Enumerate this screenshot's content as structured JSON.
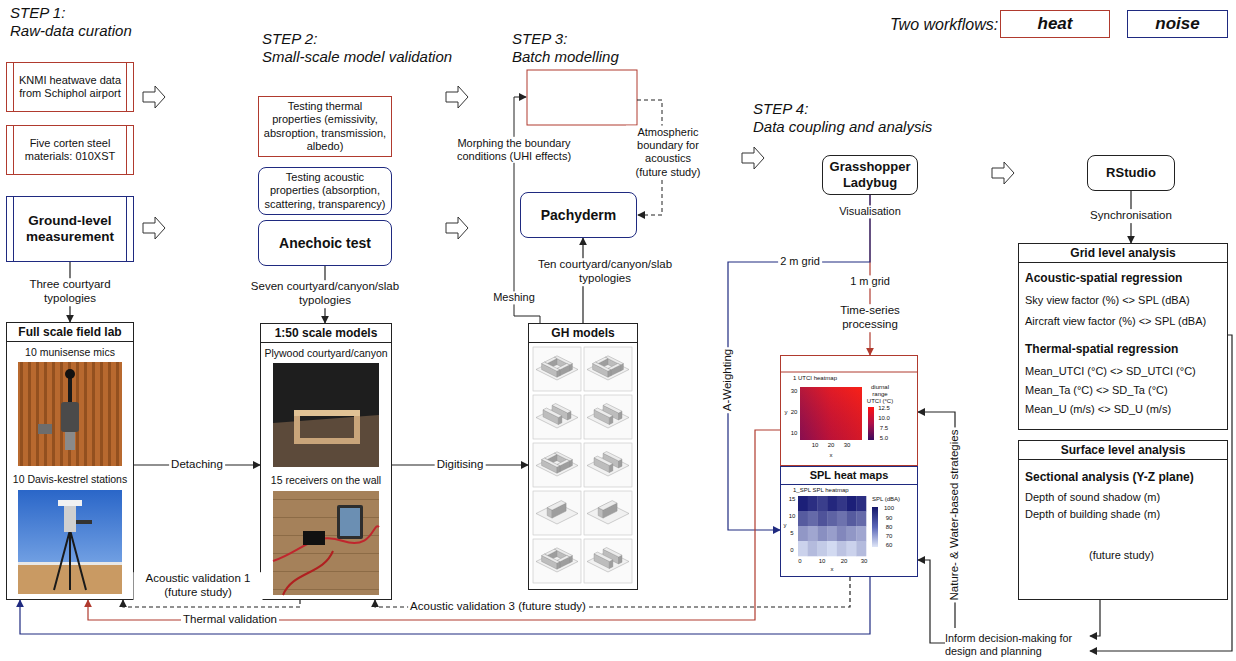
{
  "diagram": {
    "nodes": [
      {
        "text": [
          "KNMI heatwave data from Schiphol airport"
        ]
      },
      {
        "text": [
          "Five corten steel materials: 010XST"
        ]
      },
      {
        "text": [
          "Ground-level measurement"
        ]
      },
      {
        "text": [
          "Full scale field lab",
          "10 munisense mics",
          "10 Davis-kestrel stations"
        ]
      },
      {
        "text": [
          "Testing thermal properties (emissivity, absroption, transmission, albedo)"
        ]
      },
      {
        "text": [
          "Testing acoustic properties (absorption, scattering, transparency)"
        ]
      },
      {
        "text": [
          "Anechoic test"
        ]
      },
      {
        "text": [
          "1:50 scale models",
          "Plywood courtyard/canyon",
          "15 receivers on the wall"
        ]
      },
      {
        "text": [
          "Pachyderm"
        ]
      },
      {
        "text": [
          "GH models"
        ]
      },
      {
        "text": [
          "Grasshopper Ladybug"
        ]
      },
      {
        "text": [
          "RStudio"
        ]
      },
      {
        "text": [
          "1 UTCI heatmap"
        ]
      },
      {
        "text": [
          "SPL heat maps",
          "1_SPL SPL heatmap"
        ]
      },
      {
        "text": [
          "Grid level analysis",
          "Acoustic-spatial regression",
          "Sky view factor (%) <> SPL (dBA)",
          "Aircraft view factor (%) <> SPL (dBA)",
          "Thermal-spatial regression",
          "Mean_UTCI (°C) <> SD_UTCI (°C)",
          "Mean_Ta (°C) <> SD_Ta (°C)",
          "Mean_U (m/s) <> SD_U (m/s)"
        ]
      },
      {
        "text": [
          "Surface level analysis",
          "Sectional analysis (Y-Z plane)",
          "Depth of sound shadow (m)",
          "Depth of building shade (m)",
          "(future study)"
        ]
      },
      {
        "text": [
          "Inform decision-making for design and planning"
        ]
      }
    ],
    "edges": [
      {
        "from": 2,
        "to": 3,
        "label": "Three courtyard typologies",
        "arrow": "to"
      },
      {
        "from": 6,
        "to": 7,
        "label": "Seven courtyard/canyon/slab typologies",
        "arrow": "to"
      },
      {
        "from": 3,
        "to": 7,
        "label": "Detaching",
        "arrow": "to"
      },
      {
        "from": 7,
        "to": 9,
        "label": "Digitising",
        "arrow": "to"
      },
      {
        "from": 9,
        "to": 8,
        "label": "Ten courtyard/canyon/slab typologies",
        "arrow": "to"
      },
      {
        "from": 10,
        "to": 12,
        "label": "Time-series processing",
        "arrow": "to"
      },
      {
        "from": 10,
        "to": 13,
        "label": "A-Weighting",
        "arrow": "to"
      },
      {
        "from": 11,
        "to": 14,
        "label": "Synchronisation",
        "arrow": "to"
      },
      {
        "from": 12,
        "to": 3,
        "label": "Thermal validation",
        "arrow": "to"
      },
      {
        "from": 13,
        "to": 3,
        "arrow": "to"
      },
      {
        "from": 7,
        "to": 3,
        "label": "Acoustic validation 1 (future study)",
        "arrow": "to"
      },
      {
        "from": 13,
        "to": 7,
        "label": "Acoustic validation 3 (future study)",
        "arrow": "to"
      },
      {
        "from": 14,
        "to": 16,
        "arrow": "to"
      },
      {
        "from": 15,
        "to": 16,
        "arrow": "to"
      },
      {
        "from": 16,
        "to": 12,
        "label": "Nature- & Water-based strategies",
        "arrow": "to"
      },
      {
        "from": 16,
        "to": 13,
        "arrow": "to"
      }
    ],
    "labels": [
      "STEP 1:",
      "Raw-data curation",
      "STEP 2:",
      "Small-scale model validation",
      "STEP 3:",
      "Batch modelling",
      "STEP 4:",
      "Data coupling and analysis",
      "Two workflows:",
      "Morphing the boundary conditions (UHI effects)",
      "Meshing",
      "Atmospheric boundary for acoustics (future study)",
      "Visualisation",
      "2 m grid",
      "1 m grid",
      "y",
      "30",
      "20",
      "10",
      "10",
      "20",
      "30",
      "x",
      "diurnal range UTCI (°C)",
      "12.5",
      "10.0",
      "7.5",
      "5.0",
      "y",
      "15",
      "10",
      "5",
      "0",
      "0",
      "10",
      "20",
      "30",
      "x",
      "SPL (dBA)",
      "100",
      "90",
      "80",
      "70",
      "60"
    ],
    "legend": [
      {
        "text": "heat",
        "color": "#b03a2e"
      },
      {
        "text": "noise",
        "color": "#1f2a80"
      }
    ]
  }
}
